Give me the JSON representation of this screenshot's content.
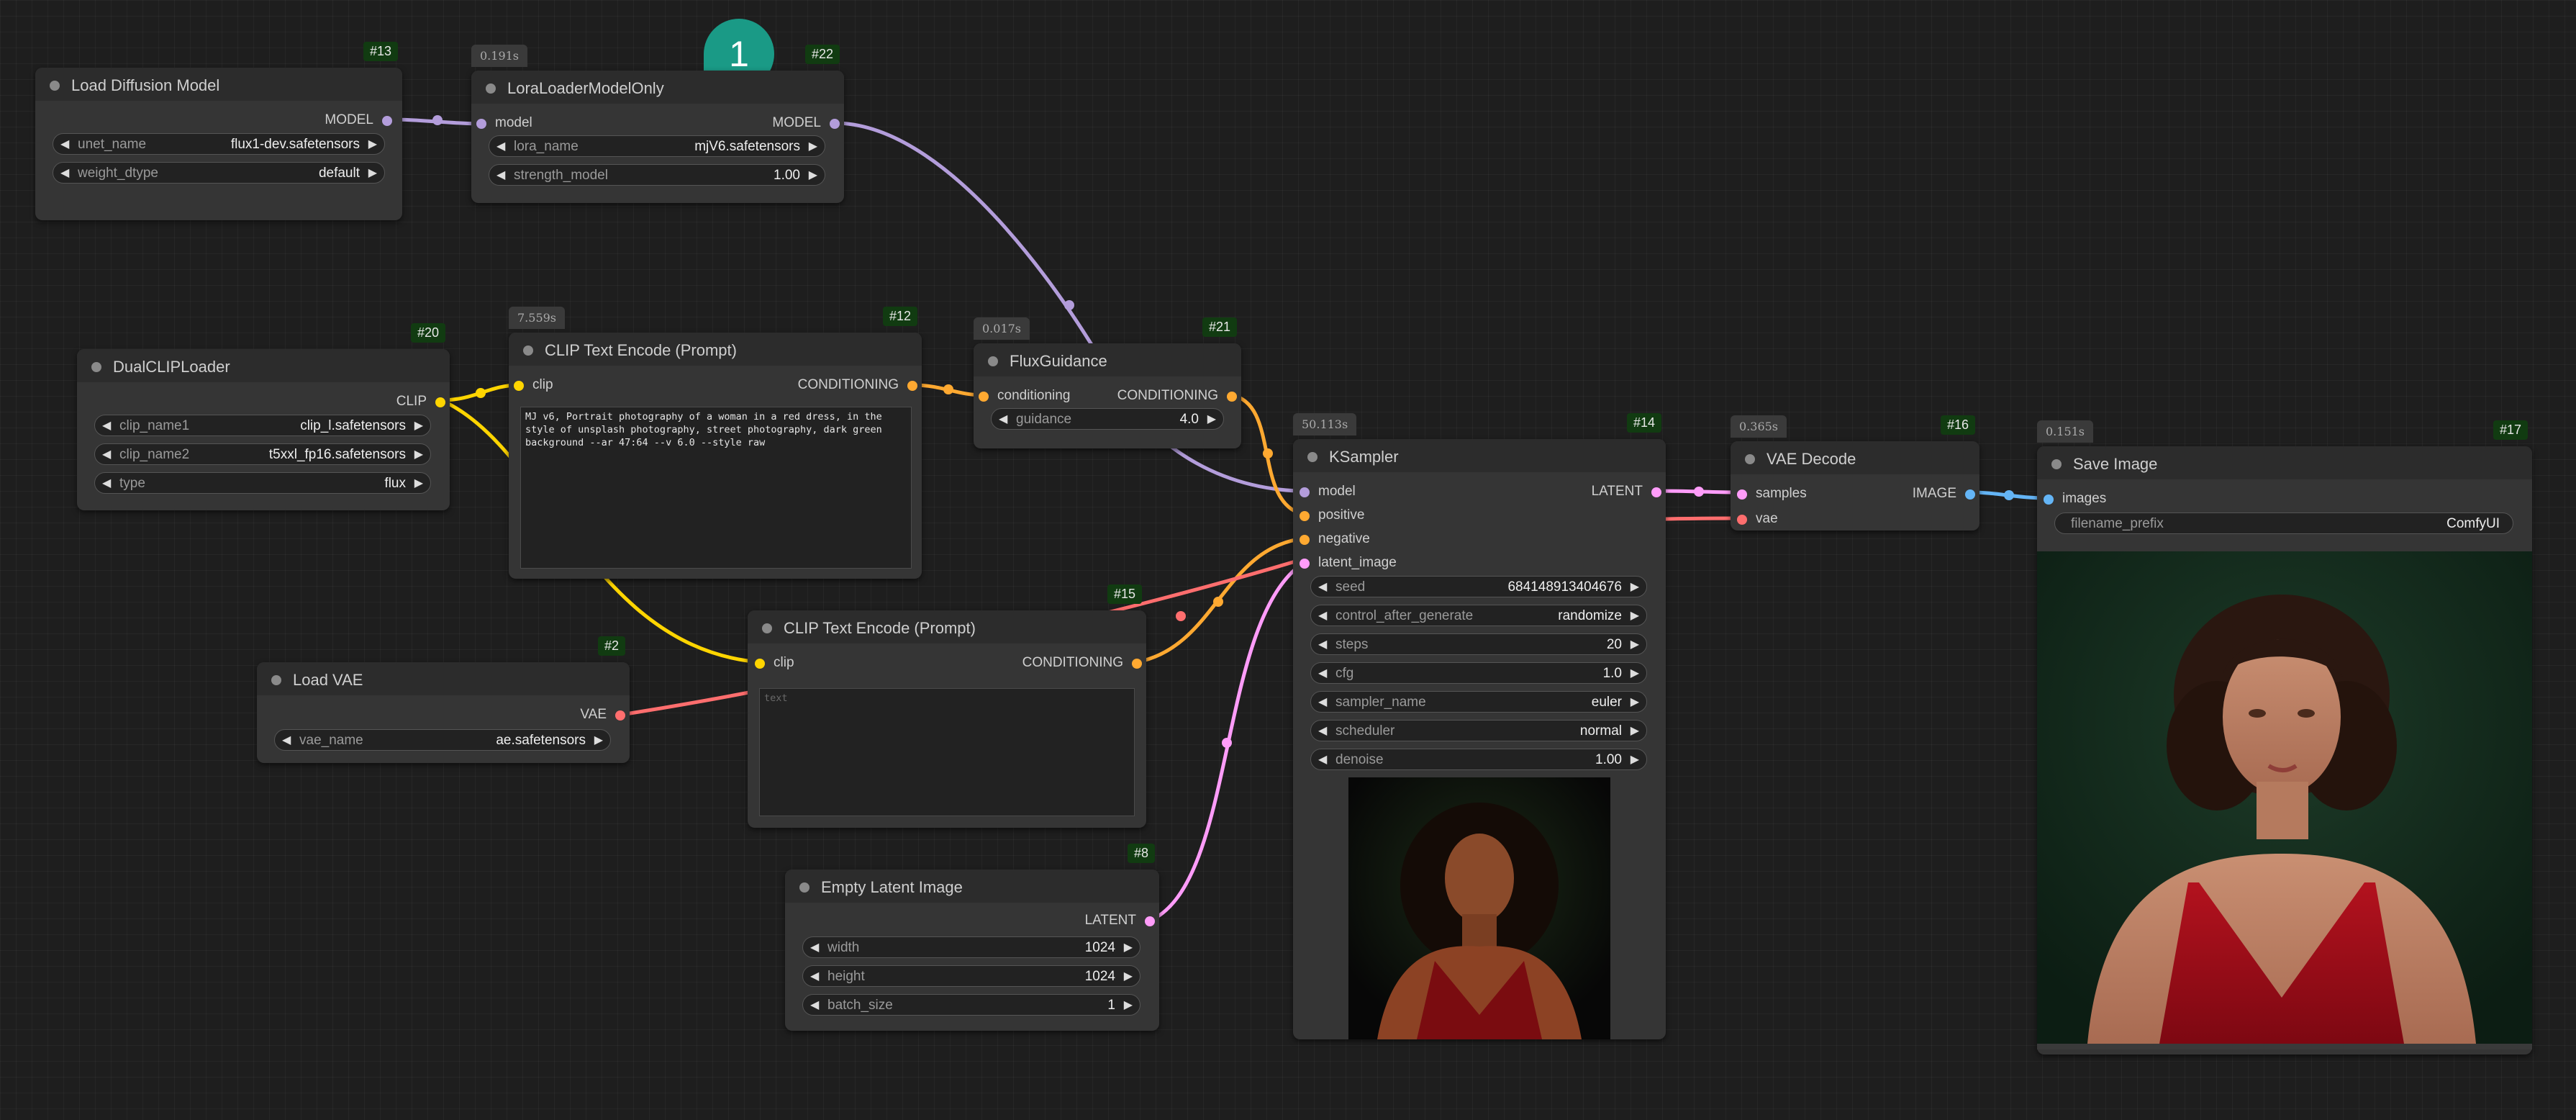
{
  "colors": {
    "model": "#b39ddb",
    "clip": "#ffd500",
    "conditioning": "#ffa931",
    "latent": "#ff9cf9",
    "vae": "#ff6e6e",
    "image": "#64b5f6",
    "badge_bg": "#113b11",
    "comment_bubble": "#1a9a86"
  },
  "comment": {
    "count": "1"
  },
  "nodes": {
    "load_diffusion_model": {
      "id": "#13",
      "title": "Load Diffusion Model",
      "outputs": [
        "MODEL"
      ],
      "widgets": [
        {
          "label": "unet_name",
          "value": "flux1-dev.safetensors"
        },
        {
          "label": "weight_dtype",
          "value": "default"
        }
      ]
    },
    "lora_loader": {
      "id": "#22",
      "title": "LoraLoaderModelOnly",
      "timing": "0.191s",
      "inputs": [
        "model"
      ],
      "outputs": [
        "MODEL"
      ],
      "widgets": [
        {
          "label": "lora_name",
          "value": "mjV6.safetensors"
        },
        {
          "label": "strength_model",
          "value": "1.00"
        }
      ]
    },
    "dual_clip_loader": {
      "id": "#20",
      "title": "DualCLIPLoader",
      "outputs": [
        "CLIP"
      ],
      "widgets": [
        {
          "label": "clip_name1",
          "value": "clip_l.safetensors"
        },
        {
          "label": "clip_name2",
          "value": "t5xxl_fp16.safetensors"
        },
        {
          "label": "type",
          "value": "flux"
        }
      ]
    },
    "clip_text_encode_pos": {
      "id": "#12",
      "title": "CLIP Text Encode (Prompt)",
      "timing": "7.559s",
      "inputs": [
        "clip"
      ],
      "outputs": [
        "CONDITIONING"
      ],
      "text": "MJ v6, Portrait photography of a woman in a red dress, in the style of unsplash photography, street photography, dark green background --ar 47:64 --v 6.0 --style raw"
    },
    "flux_guidance": {
      "id": "#21",
      "title": "FluxGuidance",
      "timing": "0.017s",
      "inputs": [
        "conditioning"
      ],
      "outputs": [
        "CONDITIONING"
      ],
      "widgets": [
        {
          "label": "guidance",
          "value": "4.0"
        }
      ]
    },
    "clip_text_encode_neg": {
      "id": "#15",
      "title": "CLIP Text Encode (Prompt)",
      "inputs": [
        "clip"
      ],
      "outputs": [
        "CONDITIONING"
      ],
      "placeholder": "text"
    },
    "load_vae": {
      "id": "#2",
      "title": "Load VAE",
      "outputs": [
        "VAE"
      ],
      "widgets": [
        {
          "label": "vae_name",
          "value": "ae.safetensors"
        }
      ]
    },
    "empty_latent": {
      "id": "#8",
      "title": "Empty Latent Image",
      "outputs": [
        "LATENT"
      ],
      "widgets": [
        {
          "label": "width",
          "value": "1024"
        },
        {
          "label": "height",
          "value": "1024"
        },
        {
          "label": "batch_size",
          "value": "1"
        }
      ]
    },
    "ksampler": {
      "id": "#14",
      "title": "KSampler",
      "timing": "50.113s",
      "inputs": [
        "model",
        "positive",
        "negative",
        "latent_image"
      ],
      "outputs": [
        "LATENT"
      ],
      "widgets": [
        {
          "label": "seed",
          "value": "684148913404676"
        },
        {
          "label": "control_after_generate",
          "value": "randomize"
        },
        {
          "label": "steps",
          "value": "20"
        },
        {
          "label": "cfg",
          "value": "1.0"
        },
        {
          "label": "sampler_name",
          "value": "euler"
        },
        {
          "label": "scheduler",
          "value": "normal"
        },
        {
          "label": "denoise",
          "value": "1.00"
        }
      ]
    },
    "vae_decode": {
      "id": "#16",
      "title": "VAE Decode",
      "timing": "0.365s",
      "inputs": [
        "samples",
        "vae"
      ],
      "outputs": [
        "IMAGE"
      ]
    },
    "save_image": {
      "id": "#17",
      "title": "Save Image",
      "timing": "0.151s",
      "inputs": [
        "images"
      ],
      "widgets": [
        {
          "label": "filename_prefix",
          "value": "ComfyUI"
        }
      ]
    }
  }
}
